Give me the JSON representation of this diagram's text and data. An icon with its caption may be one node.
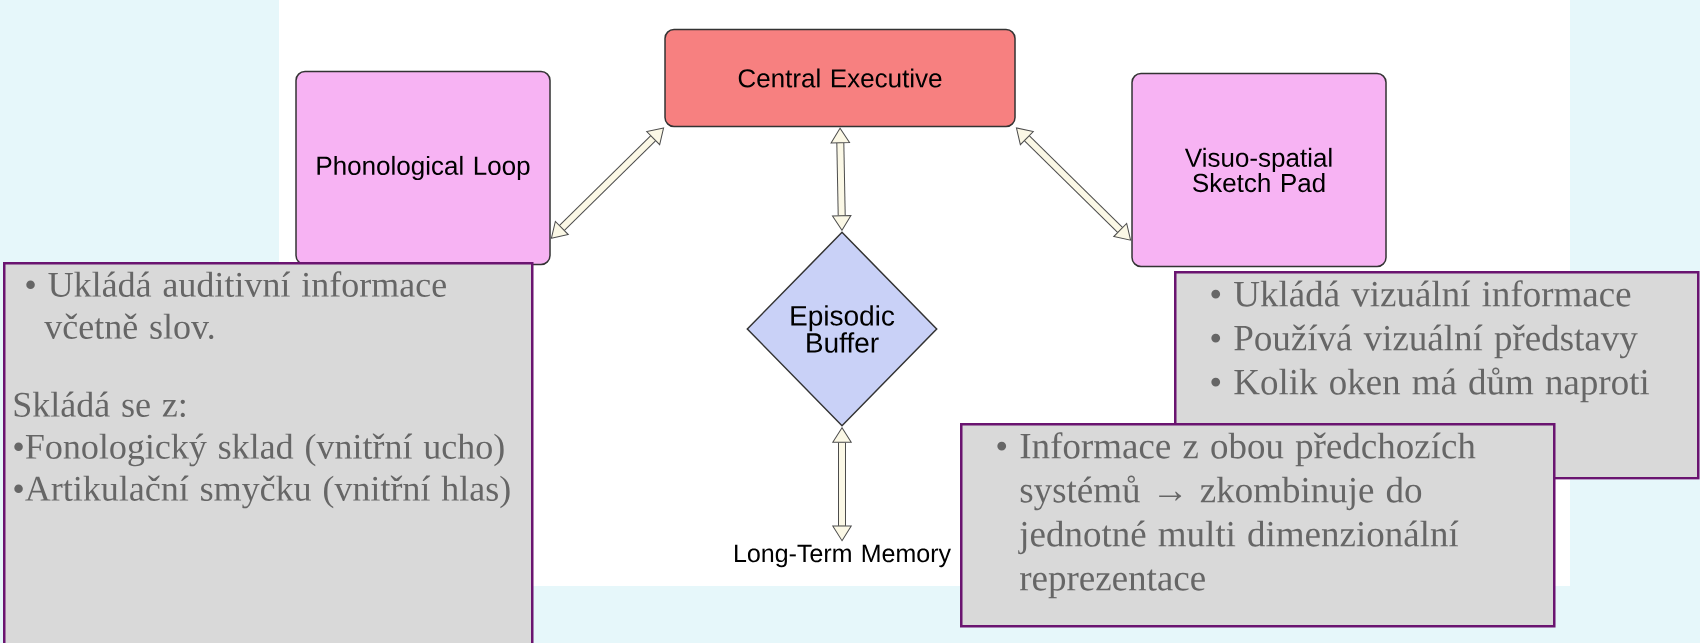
{
  "diagram": {
    "nodes": [
      {
        "text": [
          "Central Executive"
        ]
      },
      {
        "text": [
          "Phonological Loop"
        ]
      },
      {
        "text": [
          "Visuo-spatial Sketch Pad"
        ]
      },
      {
        "text": [
          "• Ukládá auditivní informace včetně slov.",
          "Skládá se z:",
          "•Fonologický sklad (vnitřní ucho)",
          "•Artikulační smyčku (vnitřní hlas)"
        ]
      },
      {
        "text": [
          "Episodic Buffer"
        ]
      },
      {
        "text": [
          "• Ukládá vizuální informace",
          "• Používá vizuální představy",
          "• Kolik oken má dům naproti"
        ]
      },
      {
        "text": [
          "• Informace z obou předchozích systémů → zkombinuje do jednotné multi dimenzionální reprezentace"
        ]
      },
      {
        "text": [
          "Long-Term Memory"
        ]
      }
    ],
    "edges": [
      {
        "from": 0,
        "to": 1,
        "arrow": "both"
      },
      {
        "from": 0,
        "to": 2,
        "arrow": "both"
      },
      {
        "from": 0,
        "to": 4,
        "arrow": "both"
      },
      {
        "from": 4,
        "to": 7,
        "arrow": "both"
      }
    ]
  }
}
